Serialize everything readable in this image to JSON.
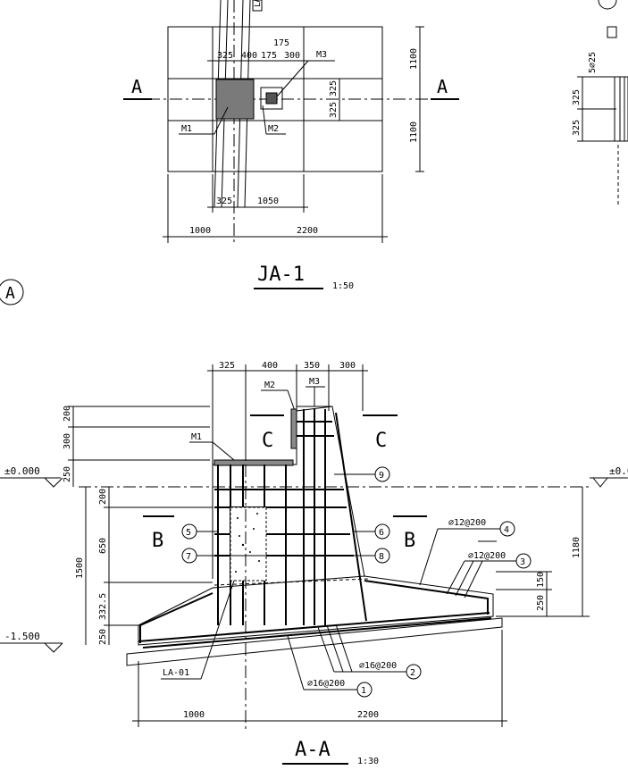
{
  "plan": {
    "title": "JA-1",
    "scale": "1:50",
    "section_mark": "A",
    "dims_top": [
      "325",
      "400",
      "175",
      "175",
      "300"
    ],
    "dims_right": [
      "1100",
      "1100",
      "325",
      "325"
    ],
    "dims_bottom_inner": [
      "325",
      "1050"
    ],
    "dims_bottom_outer": [
      "1000",
      "2200"
    ],
    "labels": {
      "m1": "M1",
      "m2": "M2",
      "m3": "M3",
      "la": "LA"
    },
    "axis_label": "A"
  },
  "right_partial": {
    "bar_label": "5⌀25",
    "dims": [
      "325",
      "325"
    ]
  },
  "section": {
    "title": "A-A",
    "scale": "1:30",
    "dims_top": [
      "325",
      "400",
      "350",
      "300"
    ],
    "dims_left": [
      "200",
      "300",
      "250",
      "200",
      "650",
      "332.5",
      "250",
      "1500"
    ],
    "dims_right": [
      "150",
      "250",
      "1180"
    ],
    "dims_bottom": [
      "1000",
      "2200"
    ],
    "elevations": {
      "top": "±0.000",
      "bottom": "-1.500",
      "right": "±0.0"
    },
    "labels": {
      "m1": "M1",
      "m2": "M2",
      "m3": "M3",
      "la": "LA-01",
      "b": "B",
      "c": "C"
    },
    "rebar_callouts": [
      {
        "num": "1",
        "text": "⌀16@200"
      },
      {
        "num": "2",
        "text": "⌀16@200"
      },
      {
        "num": "3",
        "text": "⌀12@200"
      },
      {
        "num": "4",
        "text": "⌀12@200"
      },
      {
        "num": "5",
        "text": ""
      },
      {
        "num": "6",
        "text": ""
      },
      {
        "num": "7",
        "text": ""
      },
      {
        "num": "8",
        "text": ""
      },
      {
        "num": "9",
        "text": ""
      }
    ]
  }
}
